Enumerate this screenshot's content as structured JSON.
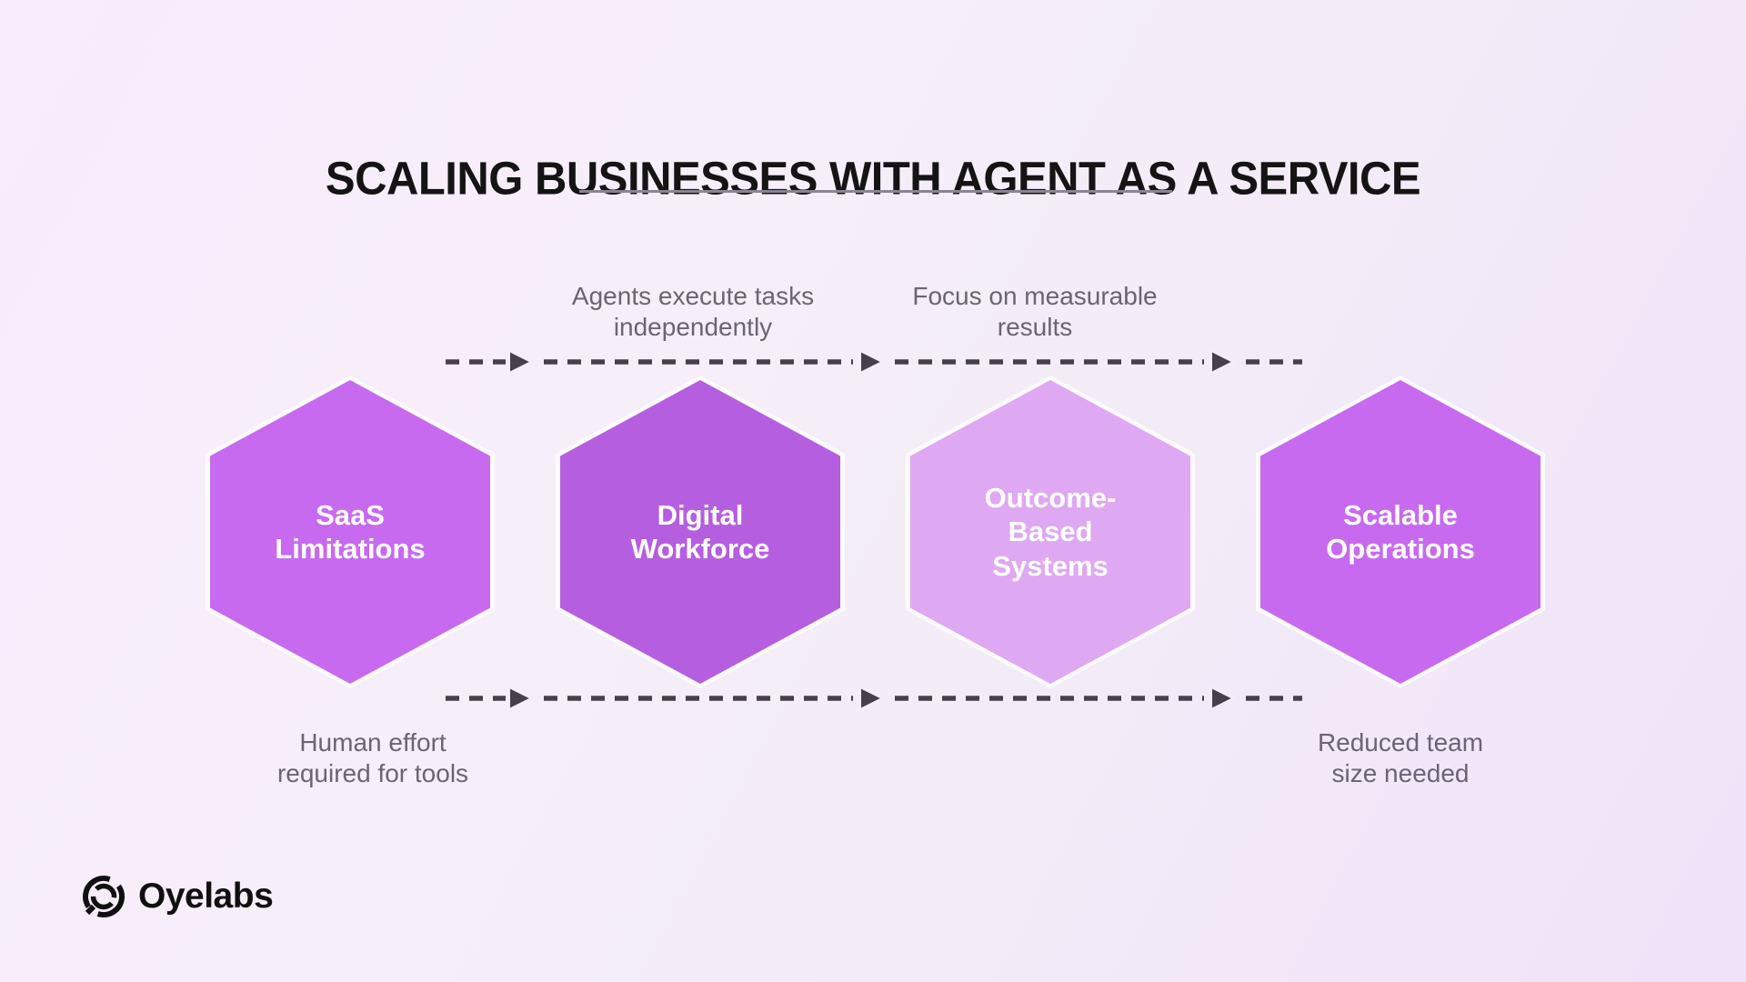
{
  "title": {
    "text": "SCALING BUSINESSES WITH AGENT AS A SERVICE"
  },
  "flow": {
    "top_labels": [
      {
        "text": "Agents execute tasks\nindependently"
      },
      {
        "text": "Focus on measurable\nresults"
      }
    ],
    "bottom_labels": [
      {
        "text": "Human effort\nrequired for tools"
      },
      {
        "text": "Reduced team\nsize needed"
      }
    ]
  },
  "hexagons": [
    {
      "label": "SaaS\nLimitations",
      "color": "#c76af0"
    },
    {
      "label": "Digital\nWorkforce",
      "color": "#b55ee0"
    },
    {
      "label": "Outcome-\nBased\nSystems",
      "color": "#dfa8f2"
    },
    {
      "label": "Scalable\nOperations",
      "color": "#c76af0"
    }
  ],
  "colors": {
    "dash": "#473f4e",
    "underline": "#8a8494",
    "gray_text": "#6a6473",
    "title_text": "#141414",
    "hex_outline": "#fdfbfe",
    "background_start": "#f9ecfd",
    "background_end": "#f0e2f9"
  },
  "logo": {
    "text": "Oyelabs"
  }
}
